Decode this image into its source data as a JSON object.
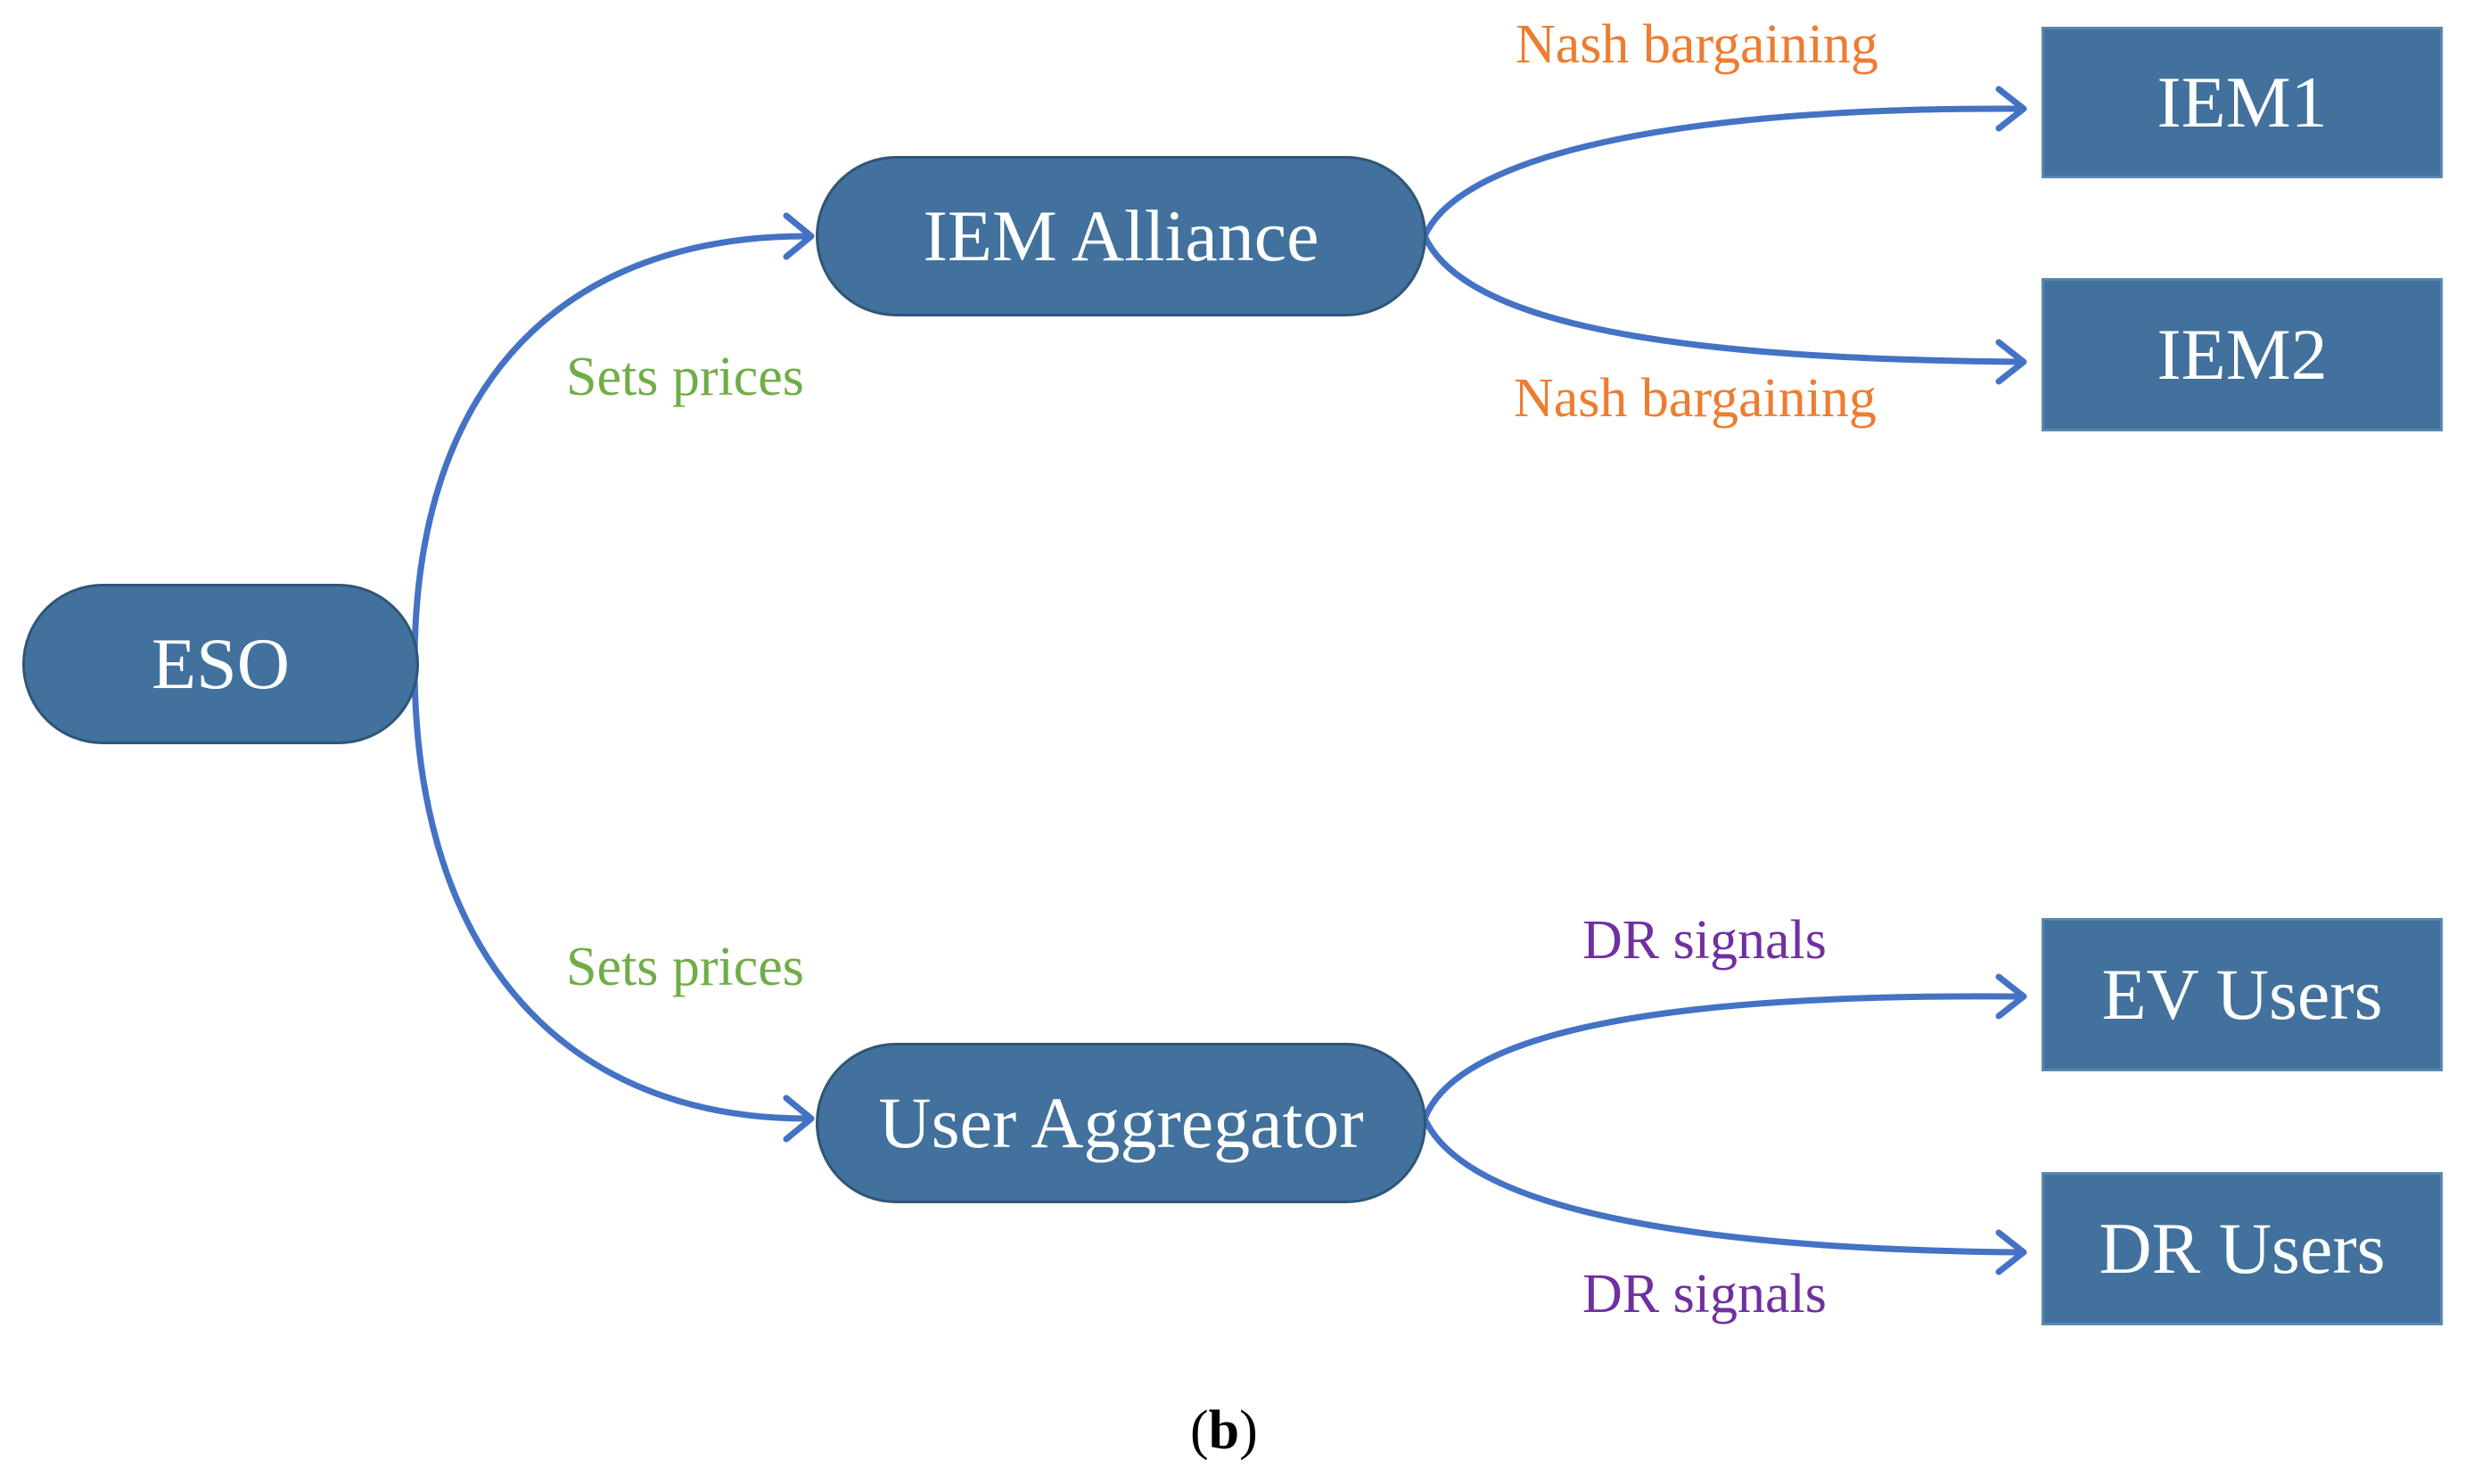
{
  "nodes": {
    "eso": "ESO",
    "iem_alliance": "IEM Alliance",
    "user_aggregator": "User Aggregator",
    "iem1": "IEM1",
    "iem2": "IEM2",
    "ev_users": "EV Users",
    "dr_users": "DR Users"
  },
  "edge_labels": {
    "eso_to_alliance": "Sets prices",
    "eso_to_aggregator": "Sets prices",
    "alliance_to_iem1": "Nash bargaining",
    "alliance_to_iem2": "Nash bargaining",
    "aggregator_to_ev": "DR signals",
    "aggregator_to_dr": "DR signals"
  },
  "caption": {
    "open": "(",
    "letter": "b",
    "close": ")"
  },
  "colors": {
    "node_fill": "#41719c",
    "arrow": "#4472c4",
    "sets_prices": "#70ad47",
    "nash": "#ed7d31",
    "dr_signals": "#7030a0"
  }
}
